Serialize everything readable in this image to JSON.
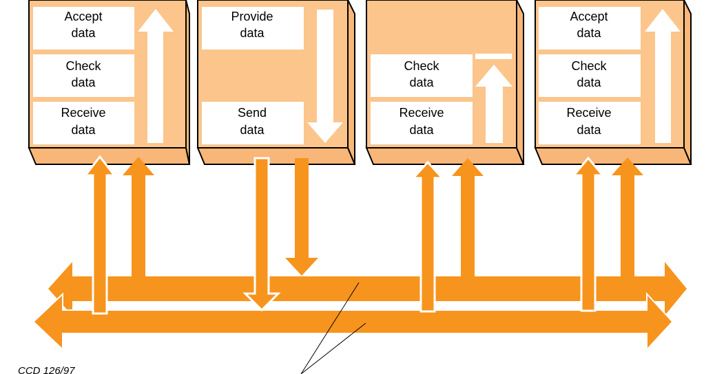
{
  "colors": {
    "bus_orange": "#F7941D",
    "box_face": "#FBC58C",
    "box_side": "#F8B778",
    "field_white": "#FFFFFF",
    "outline": "#000000"
  },
  "units": [
    {
      "fields": [
        {
          "line1": "Accept",
          "line2": "data"
        },
        {
          "line1": "Check",
          "line2": "data"
        },
        {
          "line1": "Receive",
          "line2": "data"
        }
      ],
      "internal_arrow": "up"
    },
    {
      "fields": [
        {
          "line1": "Provide",
          "line2": "data"
        },
        {
          "line1": "Send",
          "line2": "data"
        }
      ],
      "internal_arrow": "down"
    },
    {
      "fields": [
        {
          "line1": "Check",
          "line2": "data"
        },
        {
          "line1": "Receive",
          "line2": "data"
        }
      ],
      "internal_arrow": "up"
    },
    {
      "fields": [
        {
          "line1": "Accept",
          "line2": "data"
        },
        {
          "line1": "Check",
          "line2": "data"
        },
        {
          "line1": "Receive",
          "line2": "data"
        }
      ],
      "internal_arrow": "up"
    }
  ],
  "buses": {
    "count": 2,
    "direction": "bidirectional"
  },
  "figure_code": "CCD 126/97"
}
